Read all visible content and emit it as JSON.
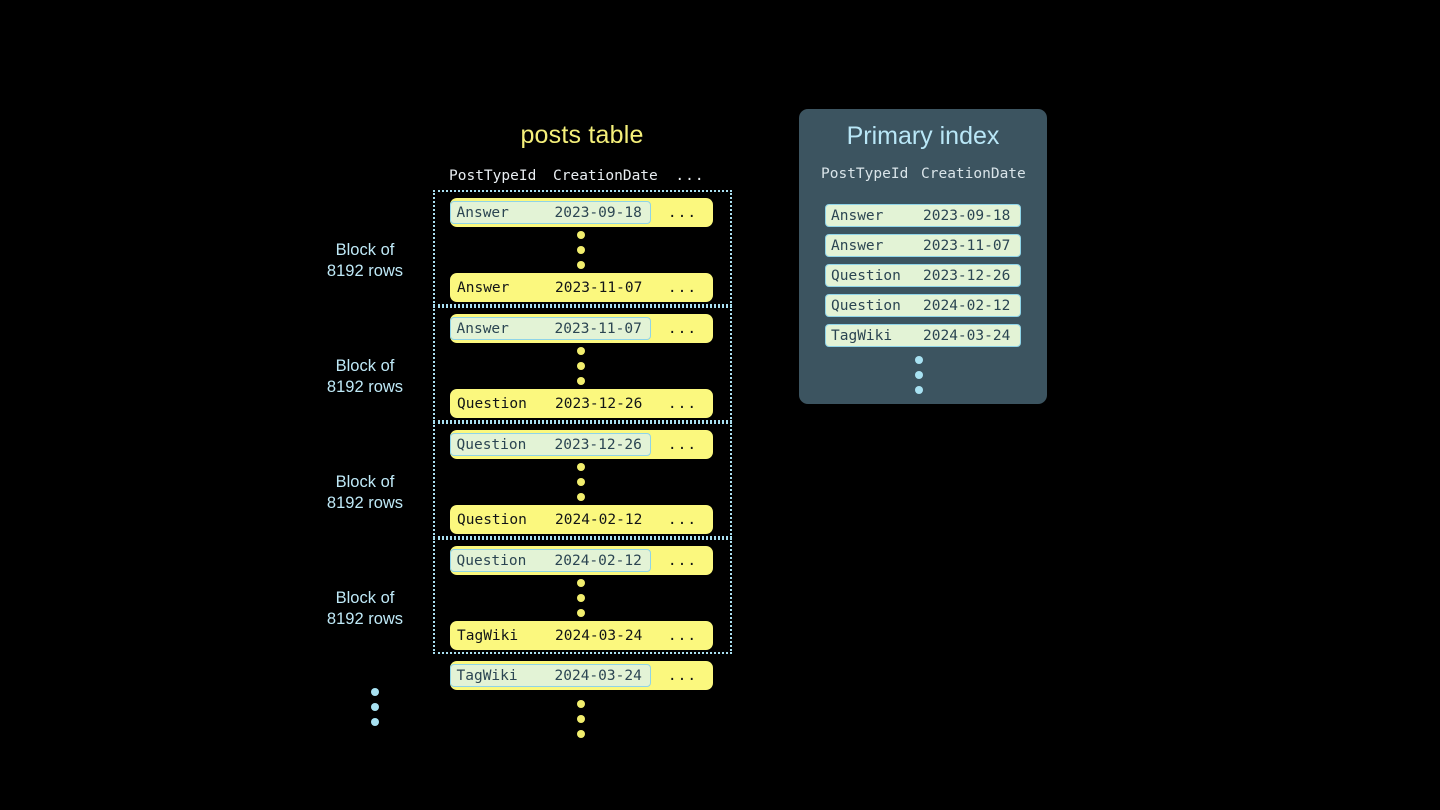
{
  "posts_table": {
    "title": "posts table",
    "columns": [
      "PostTypeId",
      "CreationDate",
      "..."
    ],
    "ellipsis_cell": "...",
    "blocks": [
      {
        "label_line1": "Block of",
        "label_line2": "8192 rows",
        "first_row": {
          "post_type_id": "Answer",
          "creation_date": "2023-09-18",
          "highlighted": true
        },
        "last_row": {
          "post_type_id": "Answer",
          "creation_date": "2023-11-07",
          "highlighted": false
        }
      },
      {
        "label_line1": "Block of",
        "label_line2": "8192 rows",
        "first_row": {
          "post_type_id": "Answer",
          "creation_date": "2023-11-07",
          "highlighted": true
        },
        "last_row": {
          "post_type_id": "Question",
          "creation_date": "2023-12-26",
          "highlighted": false
        }
      },
      {
        "label_line1": "Block of",
        "label_line2": "8192 rows",
        "first_row": {
          "post_type_id": "Question",
          "creation_date": "2023-12-26",
          "highlighted": true
        },
        "last_row": {
          "post_type_id": "Question",
          "creation_date": "2024-02-12",
          "highlighted": false
        }
      },
      {
        "label_line1": "Block of",
        "label_line2": "8192 rows",
        "first_row": {
          "post_type_id": "Question",
          "creation_date": "2024-02-12",
          "highlighted": true
        },
        "last_row": {
          "post_type_id": "TagWiki",
          "creation_date": "2024-03-24",
          "highlighted": false
        }
      }
    ],
    "trailing_row": {
      "post_type_id": "TagWiki",
      "creation_date": "2024-03-24",
      "highlighted": true
    }
  },
  "primary_index": {
    "title": "Primary index",
    "columns": [
      "PostTypeId",
      "CreationDate"
    ],
    "rows": [
      {
        "post_type_id": "Answer",
        "creation_date": "2023-09-18"
      },
      {
        "post_type_id": "Answer",
        "creation_date": "2023-11-07"
      },
      {
        "post_type_id": "Question",
        "creation_date": "2023-12-26"
      },
      {
        "post_type_id": "Question",
        "creation_date": "2024-02-12"
      },
      {
        "post_type_id": "TagWiki",
        "creation_date": "2024-03-24"
      }
    ]
  },
  "colors": {
    "background": "#000000",
    "row_yellow": "#fbf87e",
    "highlight_green": "#e3f3d6",
    "highlight_border_blue": "#8fd4e8",
    "panel_slate": "#3c5460",
    "accent_blue": "#b9e7f7",
    "title_yellow": "#f5f07a",
    "dot_yellow": "#f2ee6e",
    "dot_blue": "#a8e2f2"
  }
}
